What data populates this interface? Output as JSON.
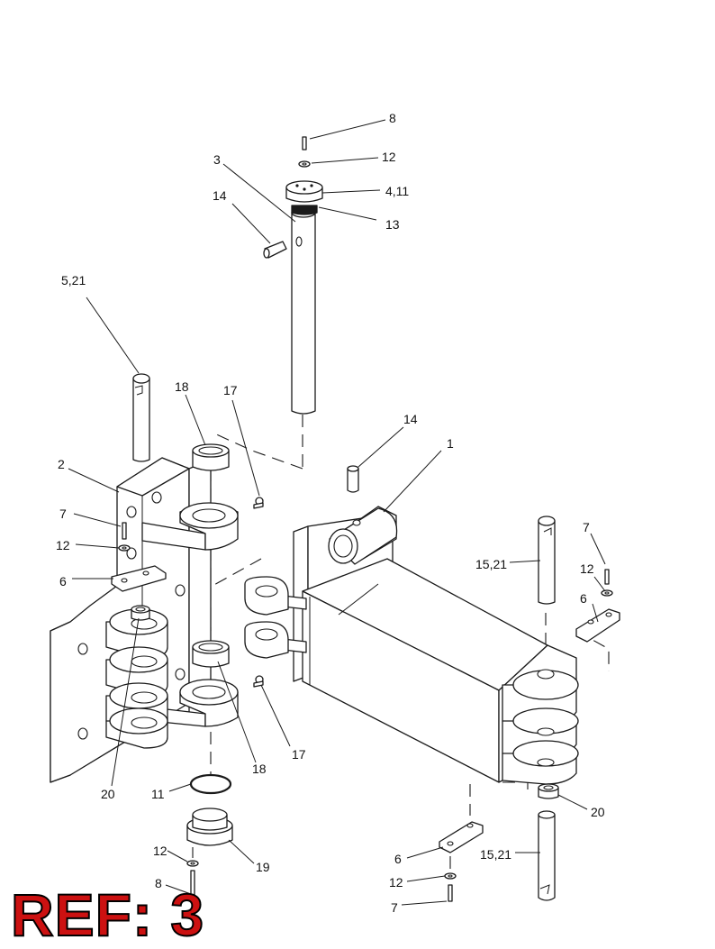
{
  "callouts": {
    "c8_top": "8",
    "c12_top": "12",
    "c3": "3",
    "c4_11": "4,11",
    "c13": "13",
    "c14_top": "14",
    "c5_21": "5,21",
    "c18_top": "18",
    "c17_top": "17",
    "c2": "2",
    "c14_mid": "14",
    "c1": "1",
    "c7_left": "7",
    "c12_left": "12",
    "c6_left": "6",
    "c7_right": "7",
    "c15_21_top": "15,21",
    "c12_right": "12",
    "c6_right": "6",
    "c20_left": "20",
    "c17_bottom": "17",
    "c18_bottom": "18",
    "c11": "11",
    "c20_right": "20",
    "c12_bottom": "12",
    "c19": "19",
    "c8_bottom": "8",
    "c6_bottom": "6",
    "c15_21_bottom": "15,21",
    "c12_bottom_right": "12",
    "c7_bottom": "7"
  },
  "ref_label": "REF: 3",
  "colors": {
    "ref_fill": "#cc1111",
    "ref_outline": "#000000",
    "line": "#1a1a1a"
  }
}
